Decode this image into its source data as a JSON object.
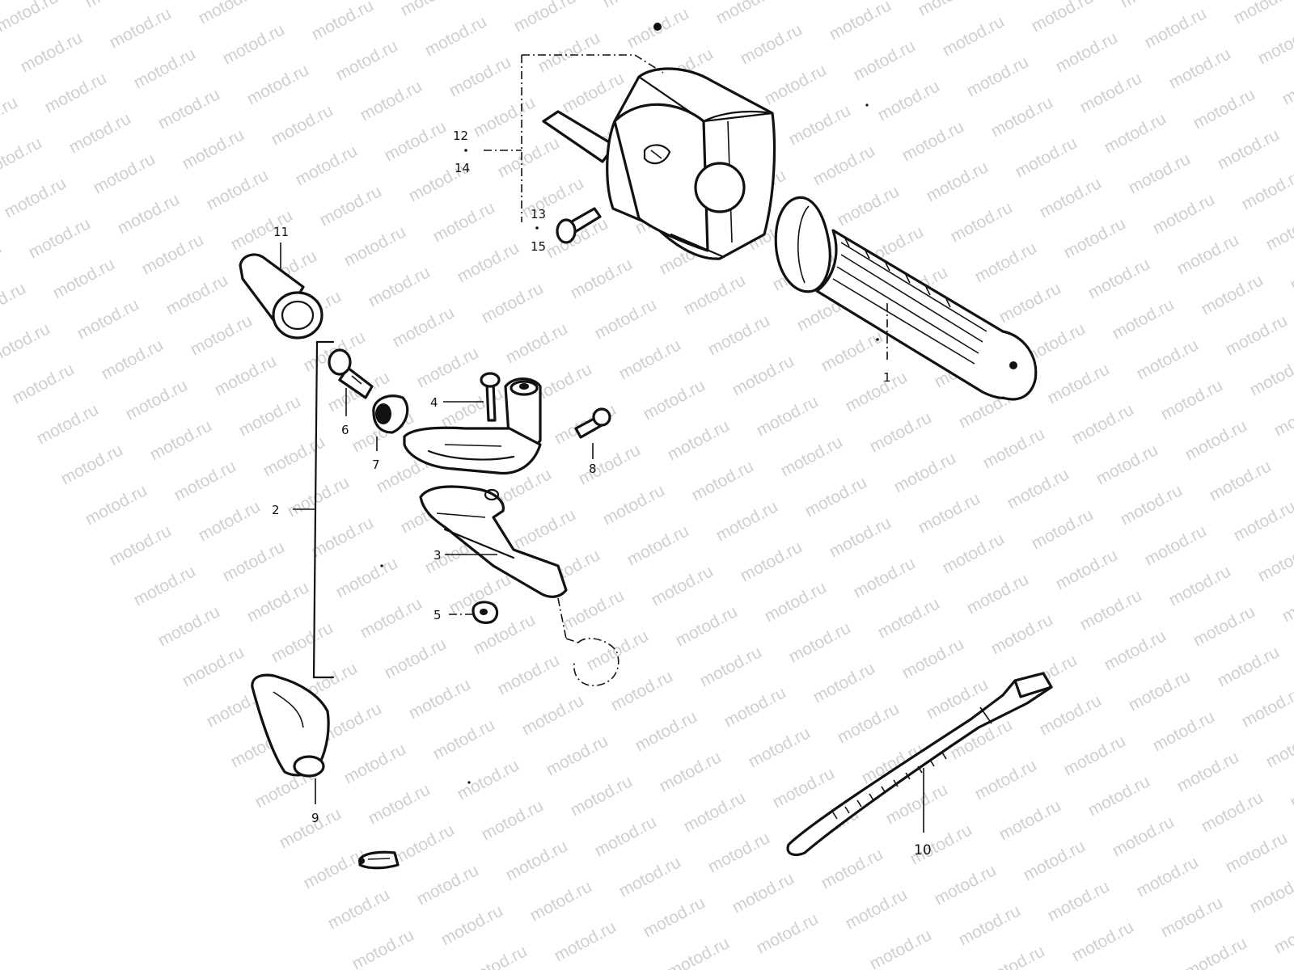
{
  "watermark": {
    "text": "motod.ru"
  },
  "callouts": {
    "c1": "1",
    "c2": "2",
    "c3": "3",
    "c4": "4",
    "c5": "5",
    "c6": "6",
    "c7": "7",
    "c8": "8",
    "c9": "9",
    "c10": "10",
    "c11": "11",
    "c12": "12",
    "c13": "13",
    "c14": "14",
    "c15": "15"
  },
  "colors": {
    "ink": "#111111",
    "watermark": "#cfcfcf",
    "background": "#ffffff"
  }
}
